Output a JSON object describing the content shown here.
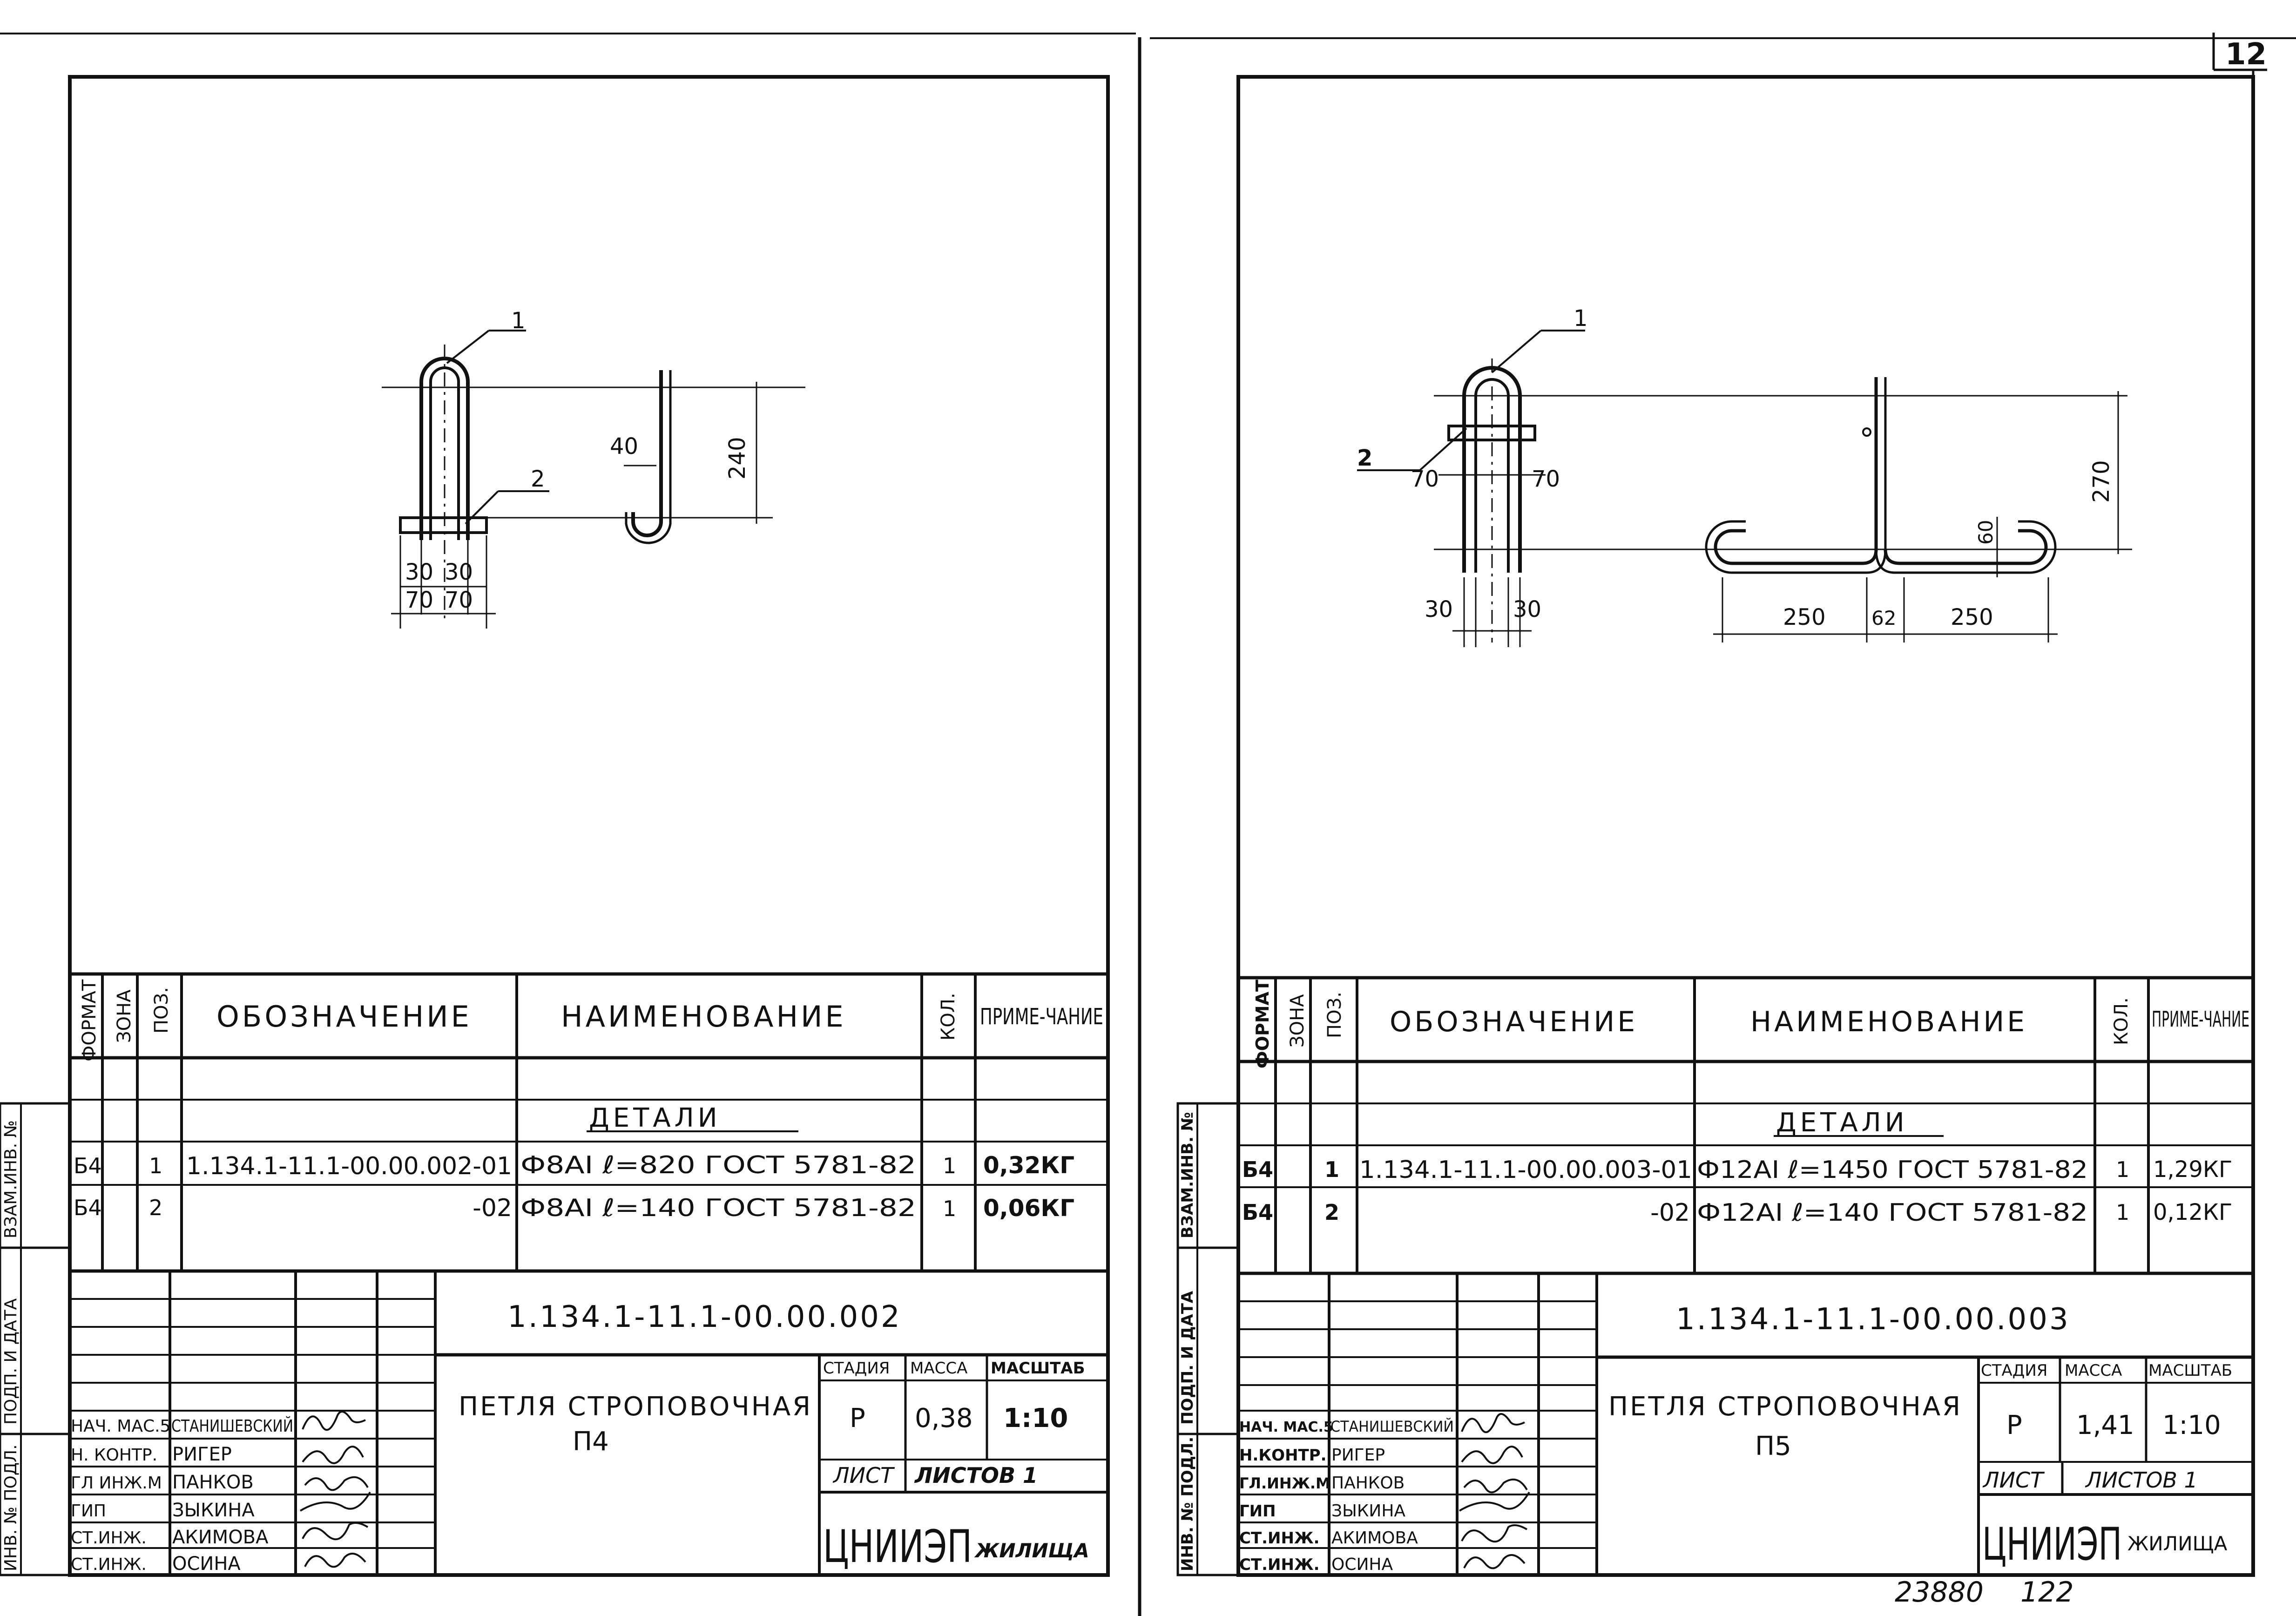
{
  "corner_page_number": "12",
  "bottom_archive_number": "23880",
  "bottom_page_number": "122",
  "side_stamp": {
    "vzam": "ВЗАМ.ИНВ. №",
    "podp": "ПОДП. И ДАТА",
    "inv": "ИНВ. № ПОДЛ."
  },
  "sheets": [
    {
      "drawing": {
        "pos1": "1",
        "pos2": "2",
        "dim_40": "40",
        "dim_240": "240",
        "dim_30a": "30",
        "dim_30b": "30",
        "dim_70a": "70",
        "dim_70b": "70"
      },
      "spec": {
        "headers": {
          "format": "ФОРМАТ",
          "zone": "ЗОНА",
          "pos": "ПОЗ.",
          "designation": "ОБОЗНАЧЕНИЕ",
          "name": "НАИМЕНОВАНИЕ",
          "qty": "КОЛ.",
          "note": "ПРИМЕ-ЧАНИЕ"
        },
        "section": "ДЕТАЛИ",
        "rows": [
          {
            "format": "Б4",
            "pos": "1",
            "designation": "1.134.1-11.1-00.00.002-01",
            "name": "Ф8АI  ℓ=820 ГОСТ 5781-82",
            "qty": "1",
            "note": "0,32КГ"
          },
          {
            "format": "Б4",
            "pos": "2",
            "designation": "-02",
            "name": "Ф8АI  ℓ=140 ГОСТ 5781-82",
            "qty": "1",
            "note": "0,06КГ"
          }
        ]
      },
      "title_block": {
        "code": "1.134.1-11.1-00.00.002",
        "title_line1": "ПЕТЛЯ СТРОПОВОЧНАЯ",
        "title_line2": "П4",
        "stage_label": "СТАДИЯ",
        "mass_label": "МАССА",
        "scale_label": "МАСШТАБ",
        "stage": "Р",
        "mass": "0,38",
        "scale": "1:10",
        "sheet_label": "ЛИСТ",
        "sheets_label": "ЛИСТОВ 1",
        "org": "ЦНИИЭП",
        "org_sub": "ЖИЛИЩА",
        "staff": [
          {
            "role": "НАЧ. МАС.5",
            "name": "СТАНИШЕВСКИЙ"
          },
          {
            "role": "Н. КОНТР.",
            "name": "РИГЕР"
          },
          {
            "role": "ГЛ ИНЖ.М",
            "name": "ПАНКОВ"
          },
          {
            "role": "ГИП",
            "name": "ЗЫКИНА"
          },
          {
            "role": "СТ.ИНЖ.",
            "name": "АКИМОВА"
          },
          {
            "role": "СТ.ИНЖ.",
            "name": "ОСИНА"
          }
        ]
      }
    },
    {
      "drawing": {
        "pos1": "1",
        "pos2": "2",
        "dim_70a": "70",
        "dim_70b": "70",
        "dim_30a": "30",
        "dim_30b": "30",
        "dim_270": "270",
        "dim_60": "60",
        "dim_250a": "250",
        "dim_62": "62",
        "dim_250b": "250"
      },
      "spec": {
        "headers": {
          "format": "ФОРМАТ",
          "zone": "ЗОНА",
          "pos": "ПОЗ.",
          "designation": "ОБОЗНАЧЕНИЕ",
          "name": "НАИМЕНОВАНИЕ",
          "qty": "КОЛ.",
          "note": "ПРИМЕ-ЧАНИЕ"
        },
        "section": "ДЕТАЛИ",
        "rows": [
          {
            "format": "Б4",
            "pos": "1",
            "designation": "1.134.1-11.1-00.00.003-01",
            "name": "Ф12АI  ℓ=1450 ГОСТ 5781-82",
            "qty": "1",
            "note": "1,29КГ"
          },
          {
            "format": "Б4",
            "pos": "2",
            "designation": "-02",
            "name": "Ф12АI  ℓ=140  ГОСТ 5781-82",
            "qty": "1",
            "note": "0,12КГ"
          }
        ]
      },
      "title_block": {
        "code": "1.134.1-11.1-00.00.003",
        "title_line1": "ПЕТЛЯ СТРОПОВОЧНАЯ",
        "title_line2": "П5",
        "stage_label": "СТАДИЯ",
        "mass_label": "МАССА",
        "scale_label": "МАСШТАБ",
        "stage": "Р",
        "mass": "1,41",
        "scale": "1:10",
        "sheet_label": "ЛИСТ",
        "sheets_label": "ЛИСТОВ 1",
        "org": "ЦНИИЭП",
        "org_sub": "ЖИЛИЩА",
        "staff": [
          {
            "role": "НАЧ. МАС.5",
            "name": "СТАНИШЕВСКИЙ"
          },
          {
            "role": "Н.КОНТР.",
            "name": "РИГЕР"
          },
          {
            "role": "ГЛ.ИНЖ.М",
            "name": "ПАНКОВ"
          },
          {
            "role": "ГИП",
            "name": "ЗЫКИНА"
          },
          {
            "role": "СТ.ИНЖ.",
            "name": "АКИМОВА"
          },
          {
            "role": "СТ.ИНЖ.",
            "name": "ОСИНА"
          }
        ]
      }
    }
  ]
}
